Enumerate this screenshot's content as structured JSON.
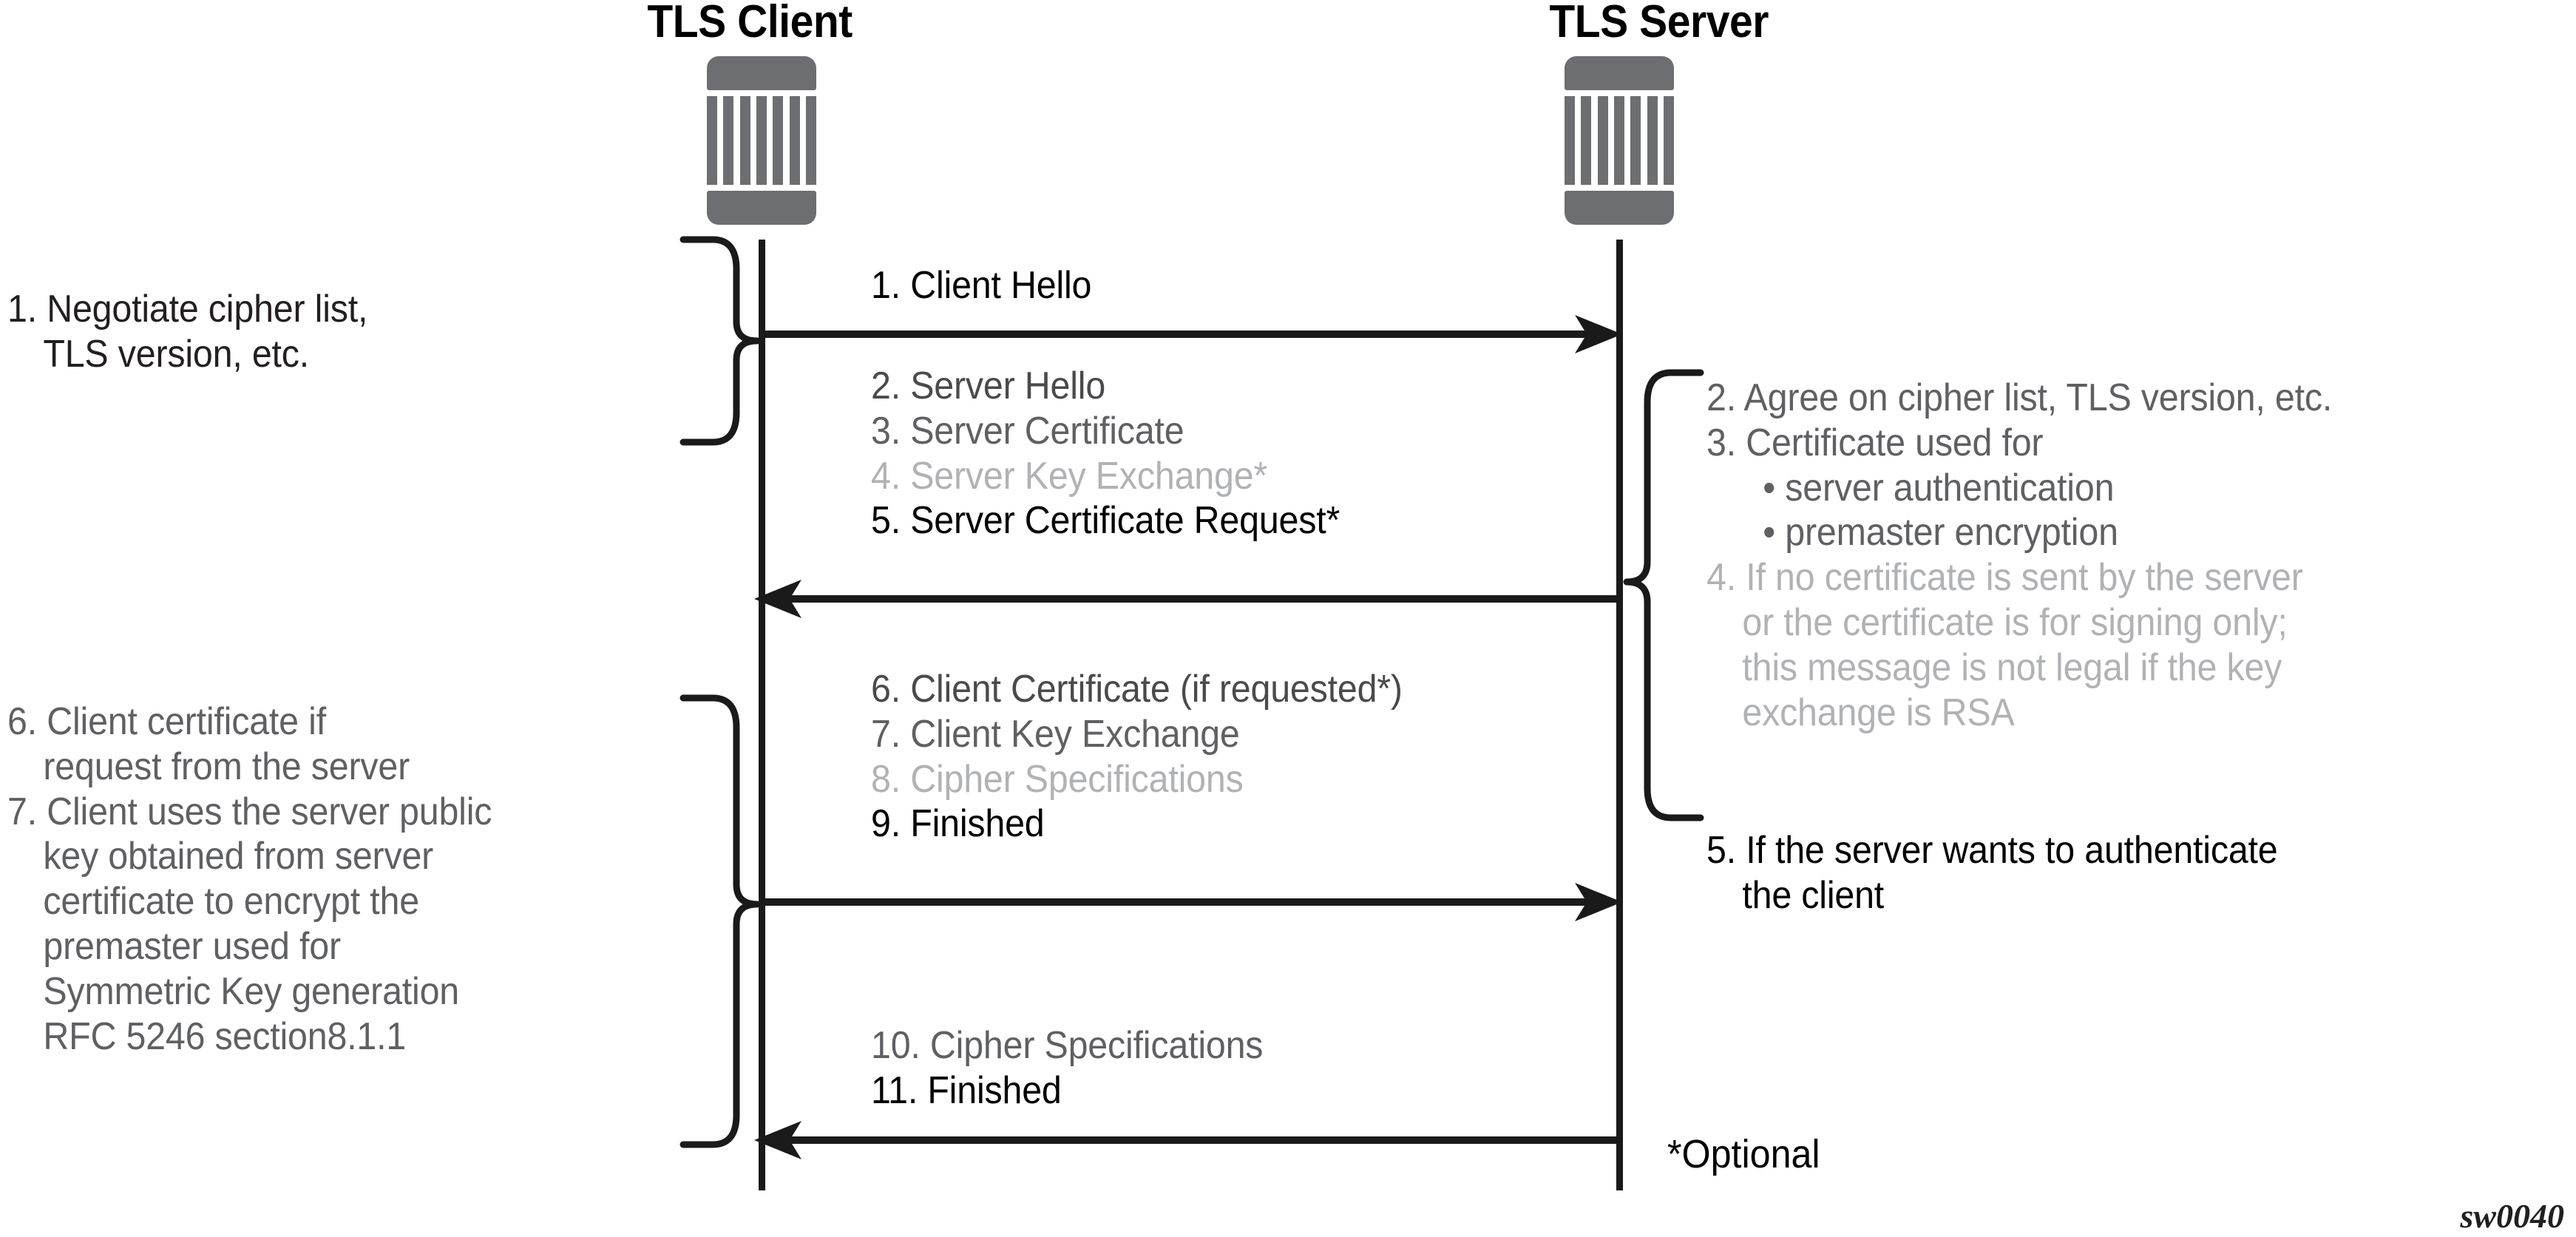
{
  "diagram": {
    "figure_id": "sw0040",
    "optional_note": "*Optional",
    "colors": {
      "icon_gray": "#6d6e71",
      "line_black": "#1a1a1a",
      "text_black": "#000000",
      "text_gray_dark": "#4a4a4d",
      "text_gray_mid": "#5f6063",
      "text_gray_light": "#b0b2b5"
    }
  },
  "actors": {
    "client": {
      "title": "TLS Client",
      "icon": "server-rack-icon"
    },
    "server": {
      "title": "TLS Server",
      "icon": "server-rack-icon"
    }
  },
  "messages": [
    {
      "direction": "client-to-server",
      "arrow_icon": "arrow-right-icon",
      "lines": [
        {
          "text": "1. Client Hello",
          "color": "#000000"
        }
      ]
    },
    {
      "direction": "server-to-client",
      "arrow_icon": "arrow-left-icon",
      "lines": [
        {
          "text": "2. Server Hello",
          "color": "#4a4a4d"
        },
        {
          "text": "3. Server Certificate",
          "color": "#5f6063"
        },
        {
          "text": "4. Server Key Exchange*",
          "color": "#b0b2b5"
        },
        {
          "text": "5. Server Certificate Request*",
          "color": "#000000"
        }
      ]
    },
    {
      "direction": "client-to-server",
      "arrow_icon": "arrow-right-icon",
      "lines": [
        {
          "text": "6. Client Certificate (if requested*)",
          "color": "#4a4a4d"
        },
        {
          "text": "7. Client Key Exchange",
          "color": "#5f6063"
        },
        {
          "text": "8. Cipher Specifications",
          "color": "#b0b2b5"
        },
        {
          "text": "9. Finished",
          "color": "#000000"
        }
      ]
    },
    {
      "direction": "server-to-client",
      "arrow_icon": "arrow-left-icon",
      "lines": [
        {
          "text": "10. Cipher Specifications",
          "color": "#5f6063"
        },
        {
          "text": "11. Finished",
          "color": "#000000"
        }
      ]
    }
  ],
  "left_annotations": [
    {
      "brace_icon": "curly-brace-right-icon",
      "lines": [
        {
          "text": "1. Negotiate cipher list,",
          "color": "#231f20",
          "indent": false
        },
        {
          "text": "TLS version, etc.",
          "color": "#231f20",
          "indent": true
        }
      ]
    },
    {
      "brace_icon": "curly-brace-right-icon",
      "lines": [
        {
          "text": "6. Client certificate if",
          "color": "#5f6063",
          "indent": false
        },
        {
          "text": "request from the server",
          "color": "#5f6063",
          "indent": true
        },
        {
          "text": "7. Client uses the server public",
          "color": "#5f6063",
          "indent": false
        },
        {
          "text": "key obtained from server",
          "color": "#5f6063",
          "indent": true
        },
        {
          "text": "certificate to encrypt the",
          "color": "#5f6063",
          "indent": true
        },
        {
          "text": "premaster used for",
          "color": "#5f6063",
          "indent": true
        },
        {
          "text": "Symmetric Key generation",
          "color": "#5f6063",
          "indent": true
        },
        {
          "text": "RFC 5246 section8.1.1",
          "color": "#5f6063",
          "indent": true
        }
      ]
    }
  ],
  "right_annotations": [
    {
      "brace_icon": "curly-brace-left-icon",
      "lines": [
        {
          "text": "2. Agree on cipher list, TLS version, etc.",
          "color": "#5f6063",
          "style": "normal"
        },
        {
          "text": "3. Certificate used for",
          "color": "#5f6063",
          "style": "normal"
        },
        {
          "text": "• server authentication",
          "color": "#5f6063",
          "style": "bullet"
        },
        {
          "text": "• premaster encryption",
          "color": "#5f6063",
          "style": "bullet"
        },
        {
          "text": "4. If no certificate is sent by the server",
          "color": "#b0b2b5",
          "style": "normal"
        },
        {
          "text": "or the certificate is for signing only;",
          "color": "#b0b2b5",
          "style": "indent"
        },
        {
          "text": "this message is not legal if the key",
          "color": "#b0b2b5",
          "style": "indent"
        },
        {
          "text": "exchange is RSA",
          "color": "#b0b2b5",
          "style": "indent"
        }
      ]
    },
    {
      "brace_icon": null,
      "lines": [
        {
          "text": "5. If the server wants to authenticate",
          "color": "#000000",
          "style": "normal"
        },
        {
          "text": "the client",
          "color": "#000000",
          "style": "indent"
        }
      ]
    }
  ]
}
